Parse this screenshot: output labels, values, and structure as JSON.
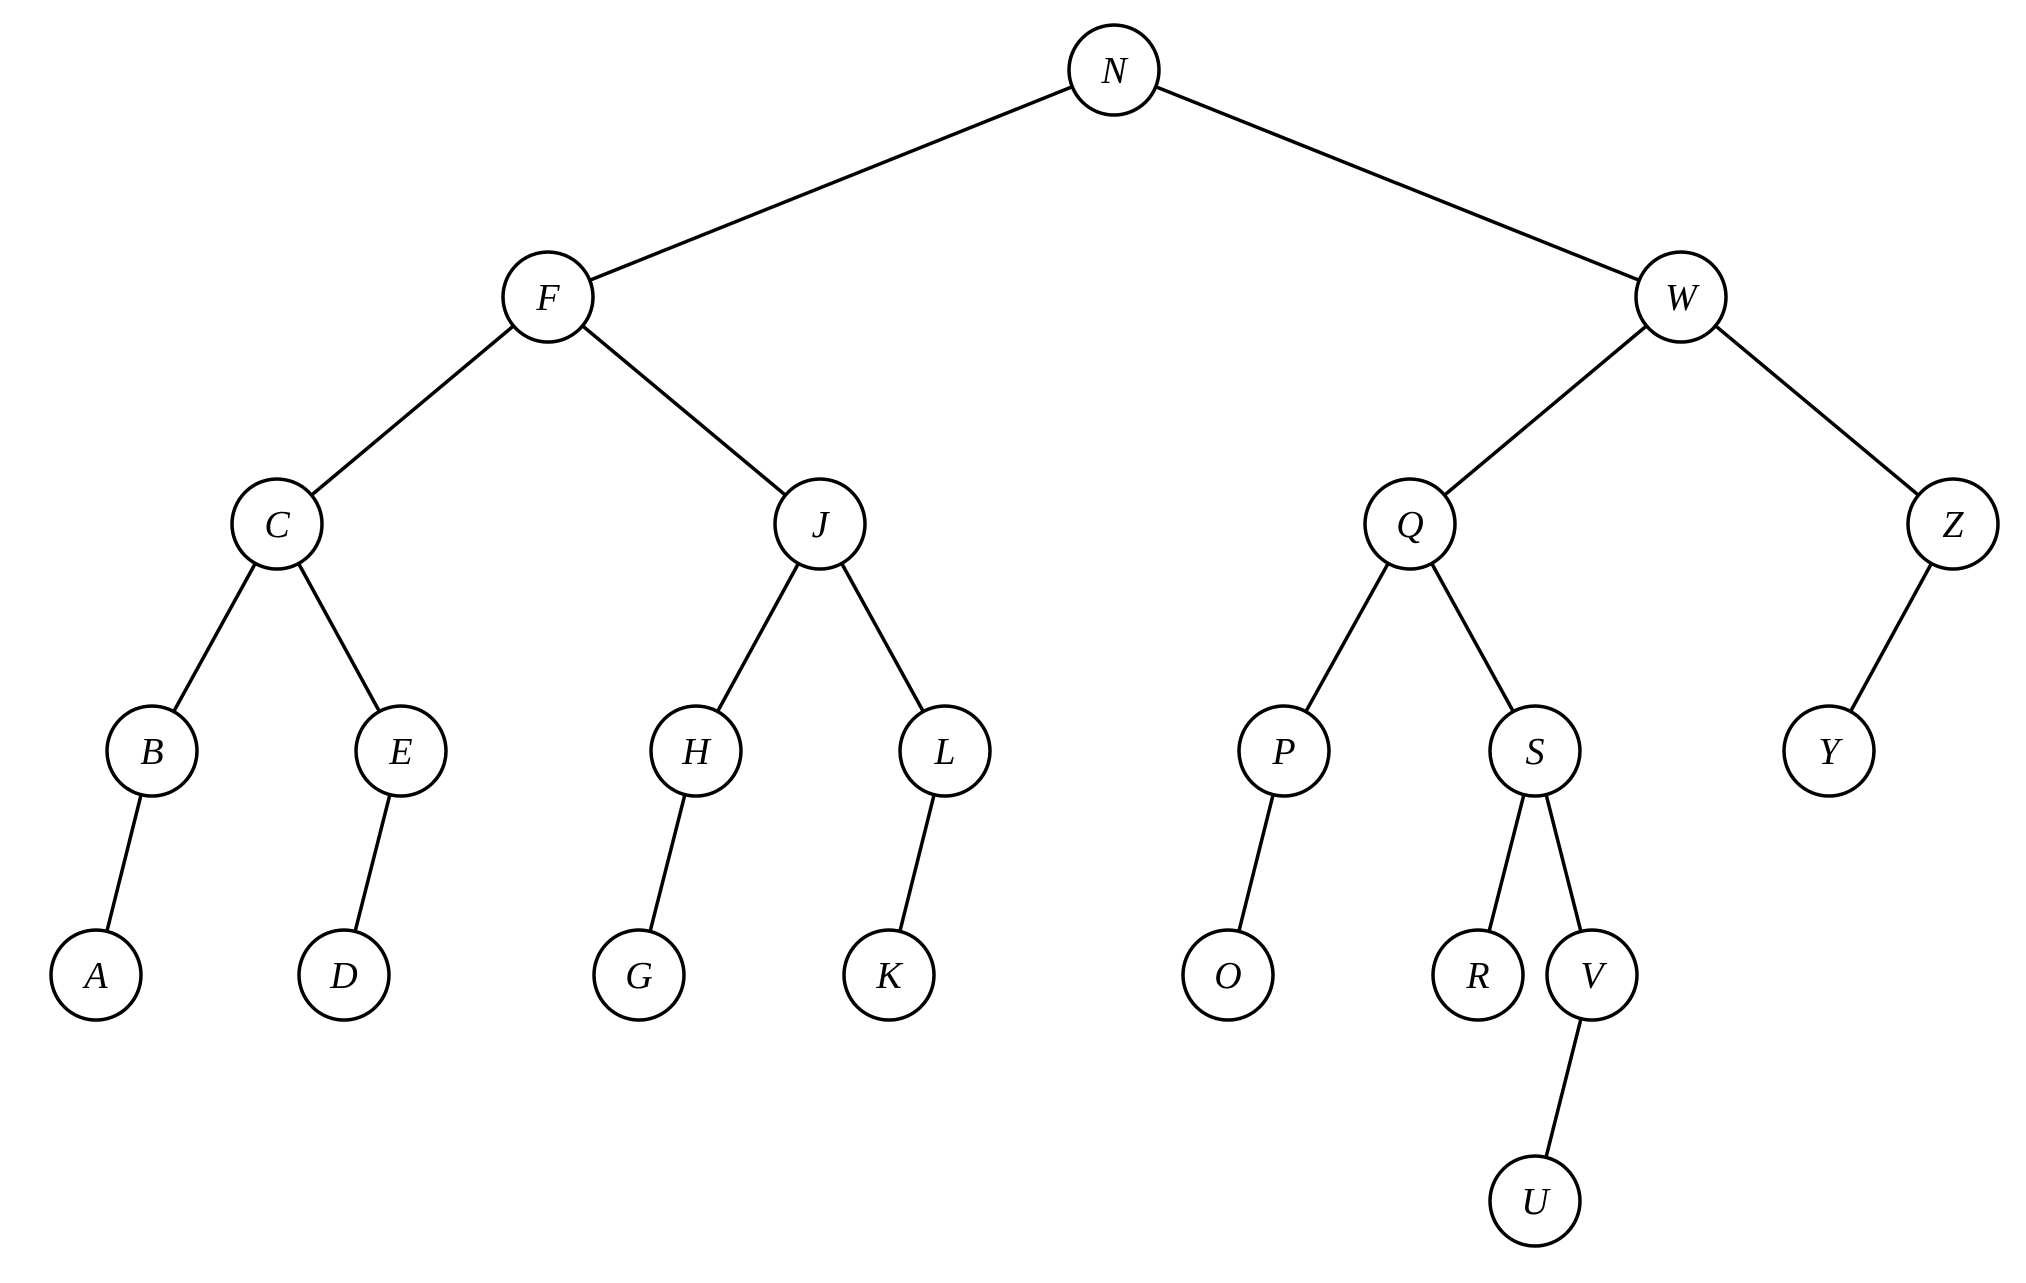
{
  "tree": {
    "root": "N",
    "nodes": [
      {
        "id": "N",
        "label": "N"
      },
      {
        "id": "F",
        "label": "F"
      },
      {
        "id": "W",
        "label": "W"
      },
      {
        "id": "C",
        "label": "C"
      },
      {
        "id": "J",
        "label": "J"
      },
      {
        "id": "Q",
        "label": "Q"
      },
      {
        "id": "Z",
        "label": "Z"
      },
      {
        "id": "B",
        "label": "B"
      },
      {
        "id": "E",
        "label": "E"
      },
      {
        "id": "H",
        "label": "H"
      },
      {
        "id": "L",
        "label": "L"
      },
      {
        "id": "P",
        "label": "P"
      },
      {
        "id": "S",
        "label": "S"
      },
      {
        "id": "Y",
        "label": "Y"
      },
      {
        "id": "A",
        "label": "A"
      },
      {
        "id": "D",
        "label": "D"
      },
      {
        "id": "G",
        "label": "G"
      },
      {
        "id": "K",
        "label": "K"
      },
      {
        "id": "O",
        "label": "O"
      },
      {
        "id": "R",
        "label": "R"
      },
      {
        "id": "V",
        "label": "V"
      },
      {
        "id": "U",
        "label": "U"
      }
    ],
    "edges": [
      [
        "N",
        "F"
      ],
      [
        "N",
        "W"
      ],
      [
        "F",
        "C"
      ],
      [
        "F",
        "J"
      ],
      [
        "W",
        "Q"
      ],
      [
        "W",
        "Z"
      ],
      [
        "C",
        "B"
      ],
      [
        "C",
        "E"
      ],
      [
        "J",
        "H"
      ],
      [
        "J",
        "L"
      ],
      [
        "Q",
        "P"
      ],
      [
        "Q",
        "S"
      ],
      [
        "Z",
        "Y"
      ],
      [
        "B",
        "A"
      ],
      [
        "E",
        "D"
      ],
      [
        "H",
        "G"
      ],
      [
        "L",
        "K"
      ],
      [
        "P",
        "O"
      ],
      [
        "S",
        "R"
      ],
      [
        "S",
        "V"
      ],
      [
        "V",
        "U"
      ]
    ]
  }
}
